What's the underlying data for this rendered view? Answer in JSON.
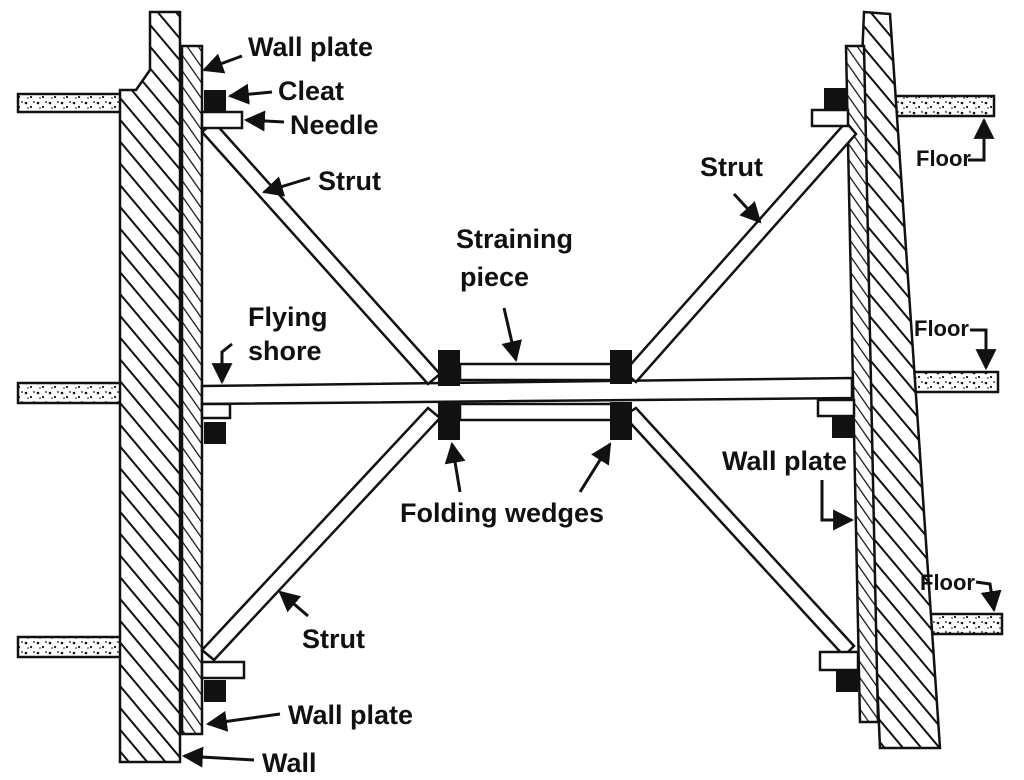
{
  "labels": {
    "wall_plate_top": "Wall plate",
    "cleat": "Cleat",
    "needle": "Needle",
    "strut_top_left": "Strut",
    "strut_top_right": "Strut",
    "straining_piece_line1": "Straining",
    "straining_piece_line2": "piece",
    "flying_shore_line1": "Flying",
    "flying_shore_line2": "shore",
    "floor_top": "Floor",
    "floor_middle": "Floor",
    "floor_bottom": "Floor",
    "wall_plate_right": "Wall plate",
    "folding_wedges": "Folding wedges",
    "strut_bottom_left": "Strut",
    "wall_plate_bottom": "Wall plate",
    "wall": "Wall"
  }
}
